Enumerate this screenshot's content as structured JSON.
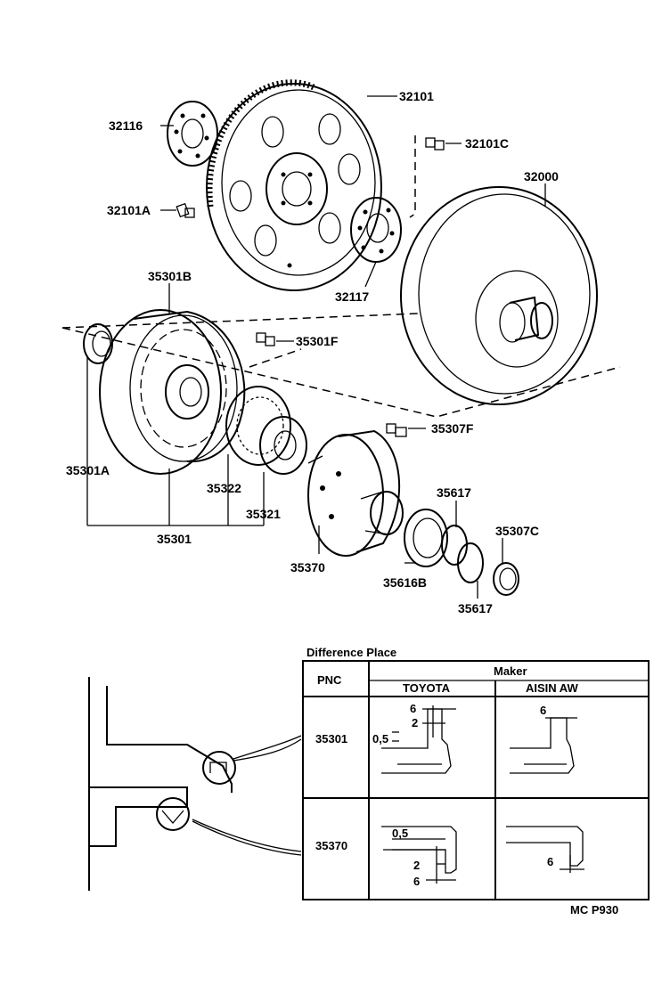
{
  "parts": {
    "p32101": "32101",
    "p32116": "32116",
    "p32101C": "32101C",
    "p32000": "32000",
    "p32101A": "32101A",
    "p32117": "32117",
    "p35301B": "35301B",
    "p35301F": "35301F",
    "p35307F": "35307F",
    "p35301A": "35301A",
    "p35322": "35322",
    "p35321": "35321",
    "p35301": "35301",
    "p35617a": "35617",
    "p35307C": "35307C",
    "p35370": "35370",
    "p35616B": "35616B",
    "p35617b": "35617"
  },
  "table": {
    "caption": "Difference Place",
    "pnc_header": "PNC",
    "maker_header": "Maker",
    "toyota": "TOYOTA",
    "aisin": "AISIN AW",
    "row1_pnc": "35301",
    "row2_pnc": "35370",
    "dims": {
      "r1_t_6": "6",
      "r1_t_2": "2",
      "r1_t_05": "0,5",
      "r1_a_6": "6",
      "r2_t_05": "0,5",
      "r2_t_2": "2",
      "r2_t_6": "6",
      "r2_a_6": "6"
    }
  },
  "code": "MC P930"
}
